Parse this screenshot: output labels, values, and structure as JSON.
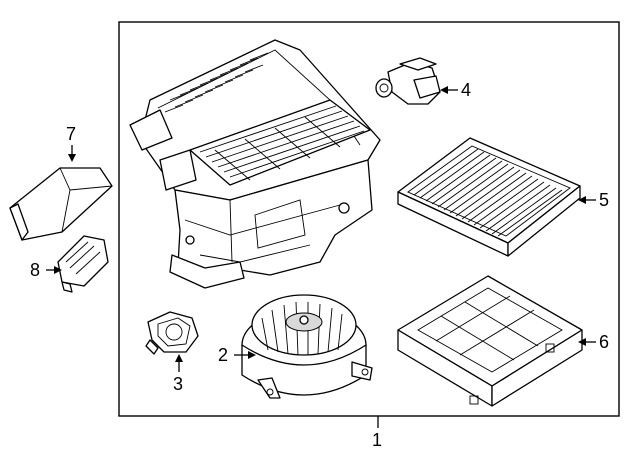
{
  "diagram": {
    "callouts": [
      {
        "id": "1",
        "label": "1"
      },
      {
        "id": "2",
        "label": "2"
      },
      {
        "id": "3",
        "label": "3"
      },
      {
        "id": "4",
        "label": "4"
      },
      {
        "id": "5",
        "label": "5"
      },
      {
        "id": "6",
        "label": "6"
      },
      {
        "id": "7",
        "label": "7"
      },
      {
        "id": "8",
        "label": "8"
      }
    ]
  }
}
